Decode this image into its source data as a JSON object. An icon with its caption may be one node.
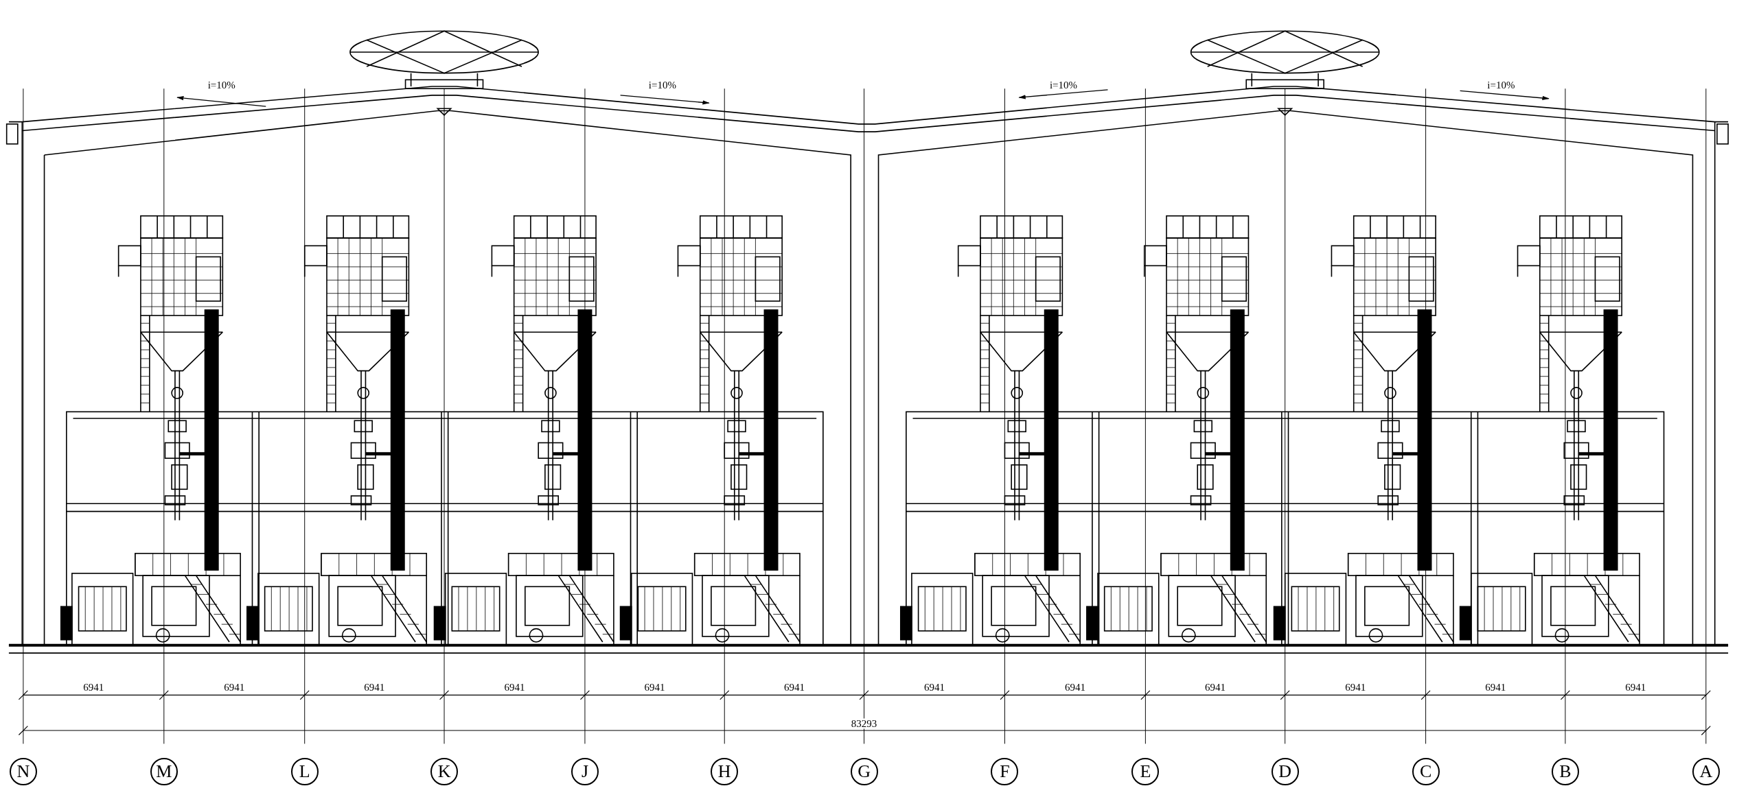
{
  "diagram": {
    "nodes": [
      {
        "text": [
          "N"
        ]
      },
      {
        "text": [
          "M"
        ]
      },
      {
        "text": [
          "L"
        ]
      },
      {
        "text": [
          "K"
        ]
      },
      {
        "text": [
          "J"
        ]
      },
      {
        "text": [
          "H"
        ]
      },
      {
        "text": [
          "G"
        ]
      },
      {
        "text": [
          "F"
        ]
      },
      {
        "text": [
          "E"
        ]
      },
      {
        "text": [
          "D"
        ]
      },
      {
        "text": [
          "C"
        ]
      },
      {
        "text": [
          "B"
        ]
      },
      {
        "text": [
          "A"
        ]
      }
    ],
    "labels": [
      "i=10%",
      "i=10%",
      "i=10%",
      "i=10%",
      "6941",
      "6941",
      "6941",
      "6941",
      "6941",
      "6941",
      "6941",
      "6941",
      "6941",
      "6941",
      "6941",
      "6941",
      "83293"
    ]
  }
}
